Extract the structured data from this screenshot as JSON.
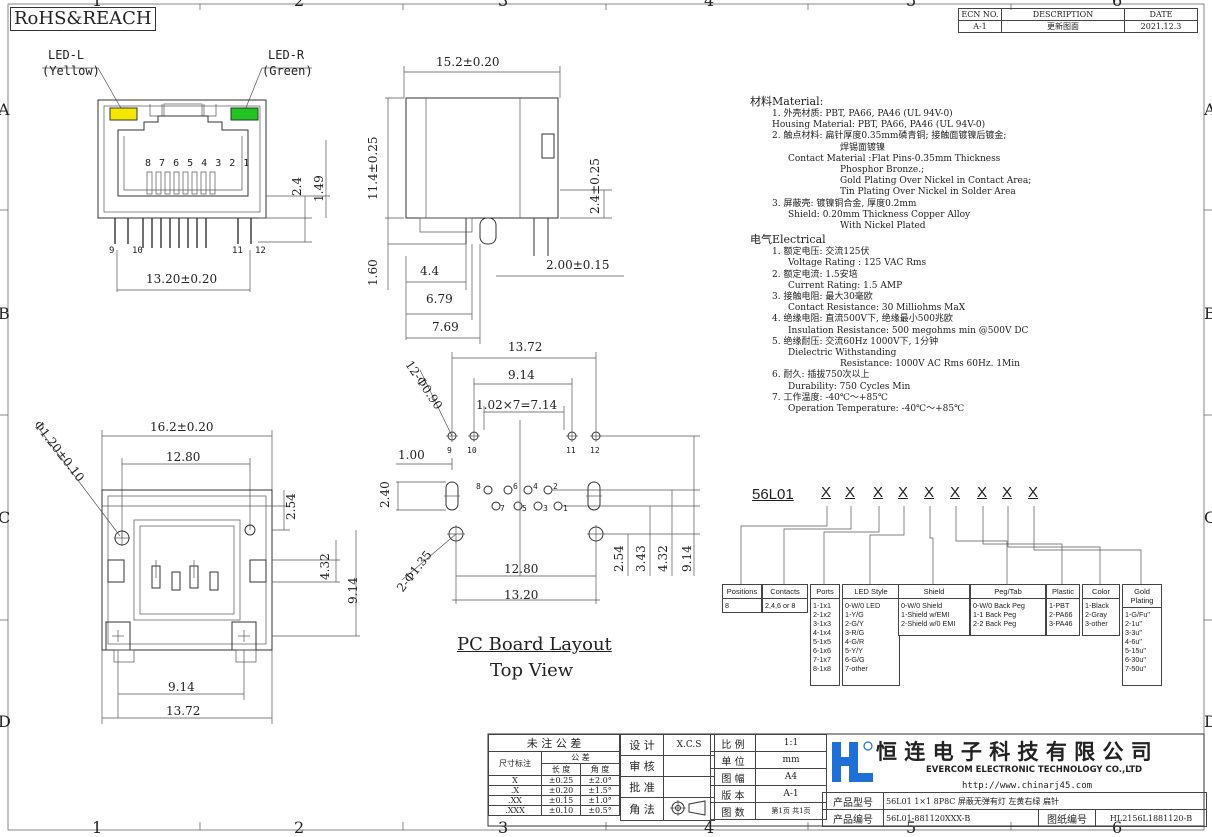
{
  "border": {
    "columns_top": [
      "1",
      "2",
      "3",
      "4",
      "5",
      "6"
    ],
    "columns_bottom": [
      "1",
      "2",
      "3",
      "4",
      "5",
      "6"
    ],
    "rows_left": [
      "A",
      "B",
      "C",
      "D"
    ],
    "rows_right": [
      "A",
      "B",
      "C",
      "D"
    ]
  },
  "stamp": "RoHS&REACH",
  "revision_table": {
    "headers": [
      "ECN NO.",
      "DESCRIPTION",
      "DATE"
    ],
    "row": [
      "A-1",
      "更新图面",
      "2021.12.3"
    ]
  },
  "front_view": {
    "led_left": "LED-L",
    "led_left_color": "(Yellow)",
    "led_right": "LED-R",
    "led_right_color": "(Green)",
    "led_left_hex": "#f5e800",
    "led_right_hex": "#22c422",
    "pin_numbers": "8 7 6 5 4 3 2 1",
    "pin_9": "9",
    "pin_10": "10",
    "pin_11": "11",
    "pin_12": "12",
    "dim_width": "13.20±0.20",
    "dim_2_4": "2.4",
    "dim_1_49": "1.49"
  },
  "side_view": {
    "dim_width": "15.2±0.20",
    "dim_height": "11.4±0.25",
    "dim_2_4": "2.4±0.25",
    "dim_1_60": "1.60",
    "dim_4_4": "4.4",
    "dim_2_00": "2.00±0.15",
    "dim_6_79": "6.79",
    "dim_7_69": "7.69"
  },
  "pcb_layout": {
    "dim_13_72": "13.72",
    "dim_9_14": "9.14",
    "dim_pitch": "1.02×7=7.14",
    "dim_holes_12": "12-Φ0.90",
    "dim_1_00": "1.00",
    "dim_2_40": "2.40",
    "dim_holes_2": "2-Φ1.35",
    "dim_12_80": "12.80",
    "dim_13_20": "13.20",
    "dim_2_54": "2.54",
    "dim_3_43": "3.43",
    "dim_4_32": "4.32",
    "dim_9_14_v": "9.14",
    "pins_top": [
      "8",
      "6",
      "4",
      "2"
    ],
    "pins_bottom": [
      "7",
      "5",
      "3",
      "1"
    ],
    "pin_9": "9",
    "pin_10": "10",
    "pin_11": "11",
    "pin_12": "12",
    "caption_1": "PC Board Layout",
    "caption_2": "Top View"
  },
  "bottom_view": {
    "dim_holes": "Φ1.20±0.10",
    "dim_16_2": "16.2±0.20",
    "dim_12_80": "12.80",
    "dim_2_54": "2.54",
    "dim_4_32": "4.32",
    "dim_9_14": "9.14",
    "dim_9_14_b": "9.14",
    "dim_13_72": "13.72"
  },
  "material": {
    "title": "材料Material:",
    "lines": [
      {
        "indent": "i1",
        "text": "1. 外壳材质: PBT, PA66, PA46 (UL 94V-0)"
      },
      {
        "indent": "i1",
        "text": "   Housing Material: PBT, PA66, PA46 (UL 94V-0)"
      },
      {
        "indent": "i1",
        "text": "2. 触点材料: 扁针厚度0.35mm磷青铜; 接触面镀镍后镀金;"
      },
      {
        "indent": "i3",
        "text": "焊锡面镀镍"
      },
      {
        "indent": "i2",
        "text": "Contact Material :Flat Pins-0.35mm Thickness"
      },
      {
        "indent": "i3",
        "text": "Phosphor Bronze.;"
      },
      {
        "indent": "i3",
        "text": "Gold Plating Over Nickel in Contact Area;"
      },
      {
        "indent": "i3",
        "text": "Tin Plating Over Nickel in Solder Area"
      },
      {
        "indent": "i1",
        "text": "3. 屏蔽壳: 镀镍铜合金, 厚度0.2mm"
      },
      {
        "indent": "i2",
        "text": "Shield: 0.20mm Thickness Copper Alloy"
      },
      {
        "indent": "i3",
        "text": "With Nickel Plated"
      }
    ],
    "elec_title": "电气Electrical",
    "elec_lines": [
      {
        "indent": "i1",
        "text": "1. 额定电压: 交流125伏"
      },
      {
        "indent": "i2",
        "text": "Voltage Rating : 125 VAC Rms"
      },
      {
        "indent": "i1",
        "text": "2. 额定电流: 1.5安培"
      },
      {
        "indent": "i2",
        "text": "Current Rating: 1.5 AMP"
      },
      {
        "indent": "i1",
        "text": "3. 接触电阻: 最大30毫欧"
      },
      {
        "indent": "i2",
        "text": "Contact Resistance: 30 Milliohms MaX"
      },
      {
        "indent": "i1",
        "text": "4. 绝缘电阻: 直流500V下, 绝缘最小500兆欧"
      },
      {
        "indent": "i2",
        "text": "Insulation Resistance: 500 megohms min @500V DC"
      },
      {
        "indent": "i1",
        "text": "5. 绝缘耐压: 交流60Hz 1000V下, 1分钟"
      },
      {
        "indent": "i2",
        "text": "Dielectric Withstanding"
      },
      {
        "indent": "i3",
        "text": "Resistance: 1000V AC Rms 60Hz. 1Min"
      },
      {
        "indent": "i1",
        "text": "6. 耐久: 插拔750次以上"
      },
      {
        "indent": "i2",
        "text": "Durability: 750 Cycles Min"
      },
      {
        "indent": "i1",
        "text": "7. 工作温度: -40℃～+85℃"
      },
      {
        "indent": "i2",
        "text": "Operation Temperature: -40℃～+85℃"
      }
    ]
  },
  "part_code": {
    "prefix": "56L01",
    "placeholders": [
      "X",
      "X",
      "X",
      "X",
      "X",
      "X",
      "X",
      "X",
      "X"
    ],
    "options": [
      {
        "header": "Positions",
        "items": [
          "8"
        ]
      },
      {
        "header": "Contacts",
        "items": [
          "2,4,6 or 8"
        ]
      },
      {
        "header": "Ports",
        "items": [
          "1-1x1",
          "2-1x2",
          "3-1x3",
          "4-1x4",
          "5-1x5",
          "6-1x6",
          "7-1x7",
          "8-1x8"
        ]
      },
      {
        "header": "LED Style",
        "items": [
          "0-W/0 LED",
          "1-Y/G",
          "2-G/Y",
          "3-R/G",
          "4-G/R",
          "5-Y/Y",
          "6-G/G",
          "7-other"
        ]
      },
      {
        "header": "Shield",
        "items": [
          "0-W/0 Shield",
          "1-Shield w/EMI",
          "2-Shield w/0 EMI"
        ]
      },
      {
        "header": "Peg/Tab",
        "items": [
          "0-W/0  Back Peg",
          "1-1 Back Peg",
          "2-2 Back Peg"
        ]
      },
      {
        "header": "Plastic",
        "items": [
          "1-PBT",
          "2-PA66",
          "3-PA46"
        ]
      },
      {
        "header": "Color",
        "items": [
          "1-Black",
          "2-Gray",
          "3-other"
        ]
      },
      {
        "header": "Gold Plating",
        "items": [
          "1-G/Fu\"",
          "2-1u\"",
          "3-3u\"",
          "4-6u\"",
          "5-15u\"",
          "6-30u\"",
          "7-50u\""
        ]
      }
    ]
  },
  "tolerance_table": {
    "title": "未 注 公 差",
    "label": "尺寸标注",
    "sub_header": "公  差",
    "col_len": "长  度",
    "col_ang": "角  度",
    "rows": [
      [
        "X",
        "±0.25",
        "±2.0°"
      ],
      [
        ".X",
        "±0.20",
        "±1.5°"
      ],
      [
        ".XX",
        "±0.15",
        "±1.0°"
      ],
      [
        ".XXX",
        "±0.10",
        "±0.5°"
      ]
    ]
  },
  "signoff": {
    "design": "设  计",
    "designer": "X.C.S",
    "review": "审  核",
    "approve": "批  准",
    "angle": "角  法"
  },
  "sheet_info": [
    {
      "label": "比  例",
      "value": "1:1"
    },
    {
      "label": "单  位",
      "value": "mm"
    },
    {
      "label": "图  幅",
      "value": "A4"
    },
    {
      "label": "版  本",
      "value": "A-1"
    },
    {
      "label": "图  数",
      "value": "第1页 共1页"
    }
  ],
  "company": {
    "name_cn": "恒 连 电 子 科 技 有 限 公 司",
    "name_en": "EVERCOM ELECTRONIC TECHNOLOGY CO.,LTD",
    "website": "http://www.chinarj45.com",
    "logo_color": "#1e6fd6",
    "model_label": "产品型号",
    "model_value": "56L01 1×1 8P8C 屏蔽无弹有灯 左黄右绿 扁针",
    "code_label": "产品编号",
    "code_value": "56L01-881120XXX-B",
    "drawing_label": "图纸编号",
    "drawing_value": "HL2156L1881120-B"
  }
}
